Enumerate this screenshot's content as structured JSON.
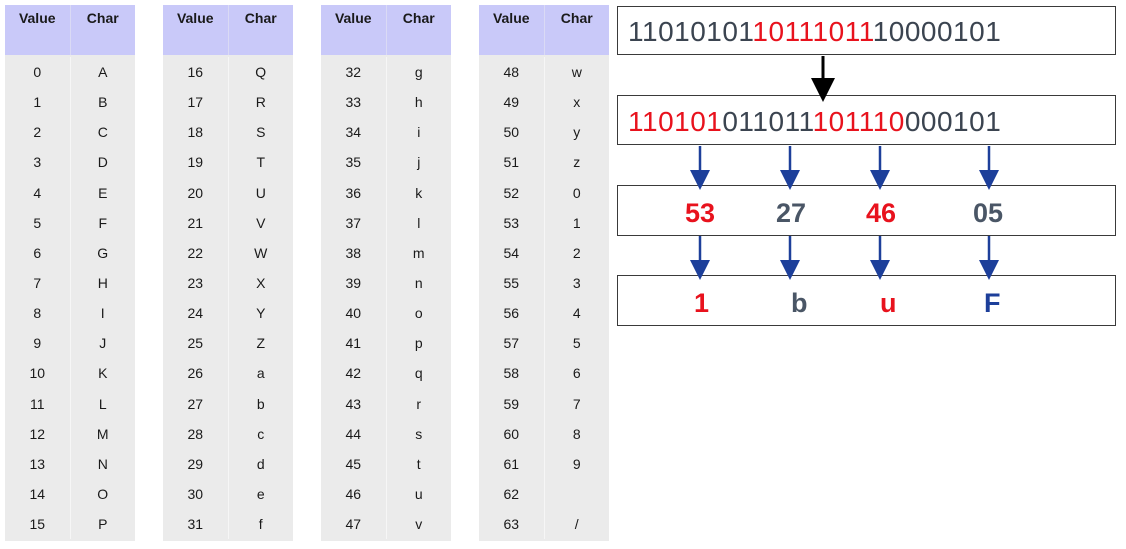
{
  "table": {
    "header_value": "Value",
    "header_char": "Char",
    "columns": [
      {
        "rows": [
          [
            "0",
            "A"
          ],
          [
            "1",
            "B"
          ],
          [
            "2",
            "C"
          ],
          [
            "3",
            "D"
          ],
          [
            "4",
            "E"
          ],
          [
            "5",
            "F"
          ],
          [
            "6",
            "G"
          ],
          [
            "7",
            "H"
          ],
          [
            "8",
            "I"
          ],
          [
            "9",
            "J"
          ],
          [
            "10",
            "K"
          ],
          [
            "11",
            "L"
          ],
          [
            "12",
            "M"
          ],
          [
            "13",
            "N"
          ],
          [
            "14",
            "O"
          ],
          [
            "15",
            "P"
          ]
        ]
      },
      {
        "rows": [
          [
            "16",
            "Q"
          ],
          [
            "17",
            "R"
          ],
          [
            "18",
            "S"
          ],
          [
            "19",
            "T"
          ],
          [
            "20",
            "U"
          ],
          [
            "21",
            "V"
          ],
          [
            "22",
            "W"
          ],
          [
            "23",
            "X"
          ],
          [
            "24",
            "Y"
          ],
          [
            "25",
            "Z"
          ],
          [
            "26",
            "a"
          ],
          [
            "27",
            "b"
          ],
          [
            "28",
            "c"
          ],
          [
            "29",
            "d"
          ],
          [
            "30",
            "e"
          ],
          [
            "31",
            "f"
          ]
        ]
      },
      {
        "rows": [
          [
            "32",
            "g"
          ],
          [
            "33",
            "h"
          ],
          [
            "34",
            "i"
          ],
          [
            "35",
            "j"
          ],
          [
            "36",
            "k"
          ],
          [
            "37",
            "l"
          ],
          [
            "38",
            "m"
          ],
          [
            "39",
            "n"
          ],
          [
            "40",
            "o"
          ],
          [
            "41",
            "p"
          ],
          [
            "42",
            "q"
          ],
          [
            "43",
            "r"
          ],
          [
            "44",
            "s"
          ],
          [
            "45",
            "t"
          ],
          [
            "46",
            "u"
          ],
          [
            "47",
            "v"
          ]
        ]
      },
      {
        "rows": [
          [
            "48",
            "w"
          ],
          [
            "49",
            "x"
          ],
          [
            "50",
            "y"
          ],
          [
            "51",
            "z"
          ],
          [
            "52",
            "0"
          ],
          [
            "53",
            "1"
          ],
          [
            "54",
            "2"
          ],
          [
            "55",
            "3"
          ],
          [
            "56",
            "4"
          ],
          [
            "57",
            "5"
          ],
          [
            "58",
            "6"
          ],
          [
            "59",
            "7"
          ],
          [
            "60",
            "8"
          ],
          [
            "61",
            "9"
          ],
          [
            "62",
            ""
          ],
          [
            "63",
            "/"
          ]
        ]
      }
    ]
  },
  "diagram": {
    "bytes_segments": [
      {
        "text": "11010101",
        "color": "gray"
      },
      {
        "text": "10111011",
        "color": "red"
      },
      {
        "text": "10000101",
        "color": "gray"
      }
    ],
    "sextets_segments": [
      {
        "text": "110101",
        "color": "red"
      },
      {
        "text": "011011",
        "color": "gray"
      },
      {
        "text": "101110",
        "color": "red"
      },
      {
        "text": "000101",
        "color": "gray"
      }
    ],
    "values": [
      {
        "text": "53",
        "color": "red"
      },
      {
        "text": "27",
        "color": "gray"
      },
      {
        "text": "46",
        "color": "red"
      },
      {
        "text": "05",
        "color": "gray"
      }
    ],
    "chars": [
      {
        "text": "1",
        "color": "red"
      },
      {
        "text": "b",
        "color": "gray"
      },
      {
        "text": "u",
        "color": "red"
      },
      {
        "text": "F",
        "color": "blue"
      }
    ],
    "colors": {
      "red": "#e8121d",
      "gray": "#4a5666",
      "blue": "#1d3f9a",
      "header": "#c9c9f9",
      "cell": "#ebebeb",
      "arrow": "#1d3f9a"
    }
  }
}
